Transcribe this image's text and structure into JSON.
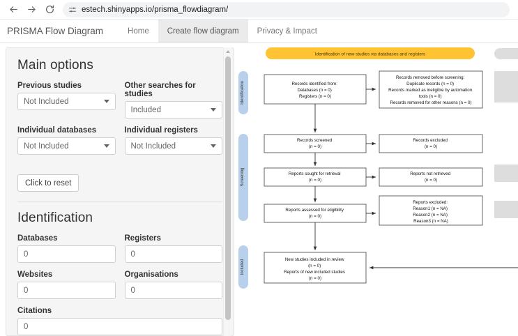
{
  "browser": {
    "back_icon": "back-arrow-icon",
    "forward_icon": "forward-arrow-icon",
    "reload_icon": "reload-icon",
    "site_settings_icon": "tune-sliders-icon",
    "url": "estech.shinyapps.io/prisma_flowdiagram/"
  },
  "navbar": {
    "brand": "PRISMA Flow Diagram",
    "tabs": [
      {
        "label": "Home",
        "active": false
      },
      {
        "label": "Create flow diagram",
        "active": true
      },
      {
        "label": "Privacy & Impact",
        "active": false
      }
    ]
  },
  "sidebar": {
    "main_options": {
      "title": "Main options",
      "fields": [
        {
          "label": "Previous studies",
          "value": "Not Included"
        },
        {
          "label": "Other searches for studies",
          "value": "Included"
        },
        {
          "label": "Individual databases",
          "value": "Not Included"
        },
        {
          "label": "Individual registers",
          "value": "Not Included"
        }
      ],
      "reset_label": "Click to reset"
    },
    "identification": {
      "title": "Identification",
      "fields": [
        {
          "label": "Databases",
          "value": "0"
        },
        {
          "label": "Registers",
          "value": "0"
        },
        {
          "label": "Websites",
          "value": "0"
        },
        {
          "label": "Organisations",
          "value": "0"
        },
        {
          "label": "Citations",
          "value": "0"
        }
      ]
    },
    "scrollbar": {
      "up_arrow_icon": "scroll-up-arrow-icon"
    }
  },
  "diagram": {
    "banner": "Identification of new studies via databases and registers",
    "banner_color": "#FFC333",
    "phase_labels": [
      "Identification",
      "Screening",
      "Included"
    ],
    "phase_color": "#B8D0EB",
    "boxes": {
      "records_identified": "Records identified from:\nDatabases (n = 0)\nRegisters (n = 0)",
      "records_removed": "Records removed before screening:\nDuplicate records (n = 0)\nRecords marked as ineligible by automation\ntools (n = 0)\nRecords removed for other reasons (n = 0)",
      "records_screened": "Records screened\n(n = 0)",
      "records_excluded": "Records excluded\n(n = 0)",
      "reports_sought": "Reports sought for retrieval\n(n = 0)",
      "reports_not_retrieved": "Reports not retrieved\n(n = 0)",
      "reports_assessed": "Reports assessed for eligibility\n(n = 0)",
      "reports_excluded": "Reports excluded:\nReason1 (n = NA)\nReason2 (n = NA)\nReason3 (n = NA)",
      "new_studies_included": "New studies included in review\n(n = 0)\nReports of new included studies\n(n = 0)"
    }
  }
}
